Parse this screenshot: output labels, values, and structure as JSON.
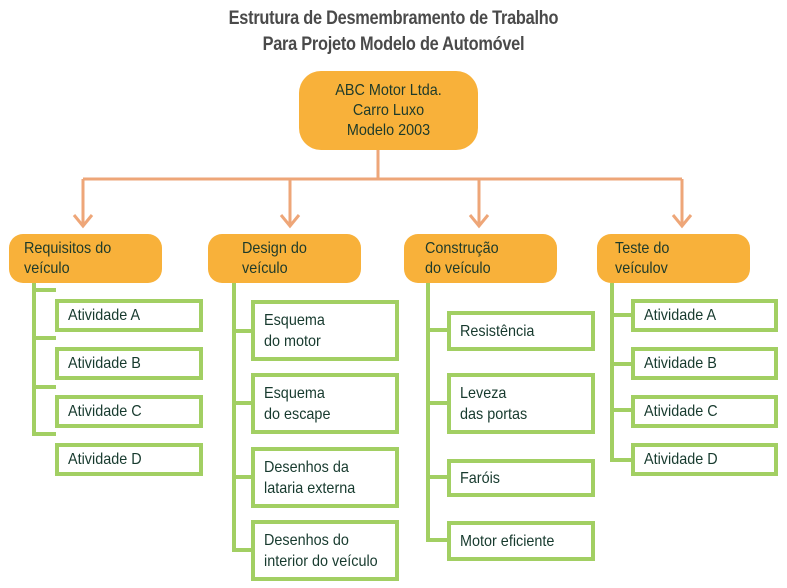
{
  "title": {
    "line1": "Estrutura  de Desmembramento de Trabalho",
    "line2": "Para Projeto Modelo de Automóvel"
  },
  "root": {
    "lines": [
      "ABC Motor Ltda.",
      "Carro Luxo",
      "Modelo 2003"
    ]
  },
  "categories": [
    {
      "lines": [
        "Requisitos do",
        "veículo"
      ],
      "children": [
        {
          "lines": [
            "Atividade A"
          ]
        },
        {
          "lines": [
            "Atividade B"
          ]
        },
        {
          "lines": [
            "Atividade C"
          ]
        },
        {
          "lines": [
            "Atividade D"
          ]
        }
      ]
    },
    {
      "lines": [
        "Design do",
        "veículo"
      ],
      "children": [
        {
          "lines": [
            "Esquema",
            "do motor"
          ]
        },
        {
          "lines": [
            "Esquema",
            "do escape"
          ]
        },
        {
          "lines": [
            "Desenhos da",
            "lataria externa"
          ]
        },
        {
          "lines": [
            "Desenhos do",
            "interior do veículo"
          ]
        }
      ]
    },
    {
      "lines": [
        "Construção",
        "do veículo"
      ],
      "children": [
        {
          "lines": [
            "Resistência"
          ]
        },
        {
          "lines": [
            "Leveza",
            "das portas"
          ]
        },
        {
          "lines": [
            "Faróis"
          ]
        },
        {
          "lines": [
            "Motor eficiente"
          ]
        }
      ]
    },
    {
      "lines": [
        "Teste do",
        "veículov"
      ],
      "children": [
        {
          "lines": [
            "Atividade A"
          ]
        },
        {
          "lines": [
            "Atividade B"
          ]
        },
        {
          "lines": [
            "Atividade C"
          ]
        },
        {
          "lines": [
            "Atividade D"
          ]
        }
      ]
    }
  ],
  "colors": {
    "node_fill": "#f8b13a",
    "connector_orange": "#eea678",
    "connector_green": "#a2cf63",
    "text_dark": "#173a2e",
    "title_text": "#4a4a4a"
  }
}
